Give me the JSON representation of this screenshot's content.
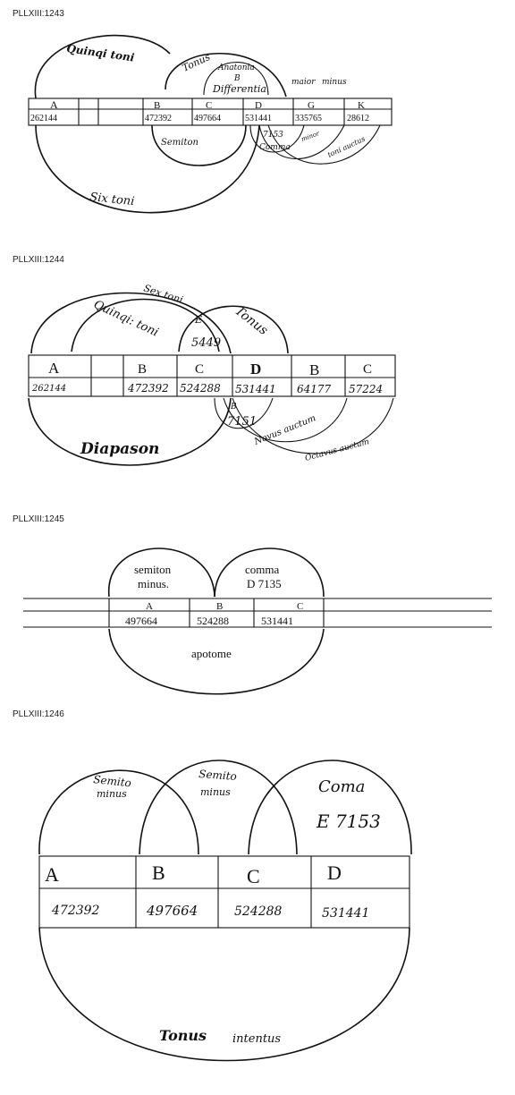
{
  "figures": [
    {
      "label": "PLLXIII:1243",
      "texts": {
        "quinqi_toni": "Quinqi toni",
        "tonus": "Tonus",
        "anatonia": "Anatonia",
        "anatonia_num": "B",
        "differentia": "Differentia",
        "maior": "maior",
        "minus": "minus",
        "semiton": "Semiton",
        "comma_num": "7153",
        "comma": "Comma",
        "minor": "minor",
        "sesqui_auctus": "toni auctus",
        "six_toni": "Six toni"
      },
      "letters": [
        "A",
        "",
        "",
        "B",
        "C",
        "D",
        "G",
        "K"
      ],
      "numbers": [
        "262144",
        "",
        "",
        "472392",
        "497664",
        "531441",
        "335765",
        "28612"
      ]
    },
    {
      "label": "PLLXIII:1244",
      "texts": {
        "sex_toni": "Sex toni",
        "quinqi_toni": "Quinqi: toni",
        "e_letter": "E",
        "e_num": "5449",
        "tonus": "Tonus",
        "b_letter": "B",
        "b_num": "7151",
        "novus_auctum": "Novus auctum",
        "octavus_auctum": "Octavus auctum",
        "diapason": "Diapason"
      },
      "letters": [
        "A",
        "",
        "B",
        "C",
        "D",
        "B",
        "C"
      ],
      "numbers": [
        "262144",
        "",
        "472392",
        "524288",
        "531441",
        "64177",
        "57224"
      ]
    },
    {
      "label": "PLLXIII:1245",
      "texts": {
        "semiton": "semiton",
        "minus": "minus.",
        "comma": "comma",
        "comma_num": "D 7135",
        "apotome": "apotome"
      },
      "letters": [
        "A",
        "B",
        "C"
      ],
      "numbers": [
        "497664",
        "524288",
        "531441"
      ]
    },
    {
      "label": "PLLXIII:1246",
      "texts": {
        "semito_a": "Semito",
        "minus_a": "minus",
        "semito_b": "Semito",
        "minus_b": "minus",
        "coma": "Coma",
        "coma_num": "E 7153",
        "tonus": "Tonus",
        "integritas": "intentus"
      },
      "letters": [
        "A",
        "B",
        "C",
        "D"
      ],
      "numbers": [
        "472392",
        "497664",
        "524288",
        "531441"
      ]
    }
  ]
}
